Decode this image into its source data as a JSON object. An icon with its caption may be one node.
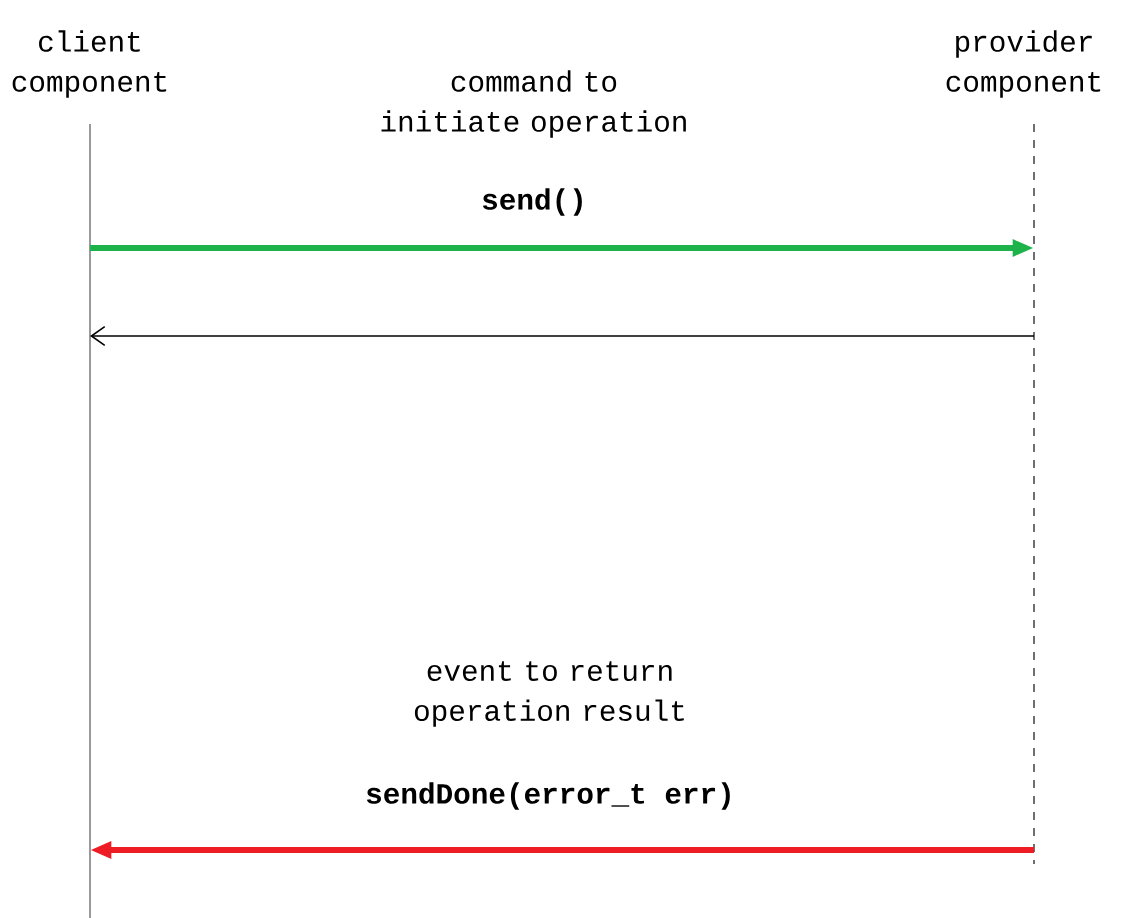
{
  "diagram": {
    "nodes": [
      {
        "text": [
          "client component"
        ]
      },
      {
        "text": [
          "provider component"
        ]
      },
      {
        "text": [],
        "shape": "bar"
      },
      {
        "text": [],
        "shape": "bar"
      }
    ],
    "edges": [
      {
        "from": 2,
        "to": 3,
        "arrow": "to",
        "label": "send()",
        "color": "#1db34a"
      },
      {
        "from": 3,
        "to": 2,
        "arrow": "to",
        "color": "#000000"
      },
      {
        "from": 3,
        "to": 2,
        "arrow": "to",
        "label": "sendDone(error_t err)",
        "color": "#ee1c24"
      }
    ],
    "labels": [
      "command to initiate operation",
      "event to return operation result"
    ]
  }
}
